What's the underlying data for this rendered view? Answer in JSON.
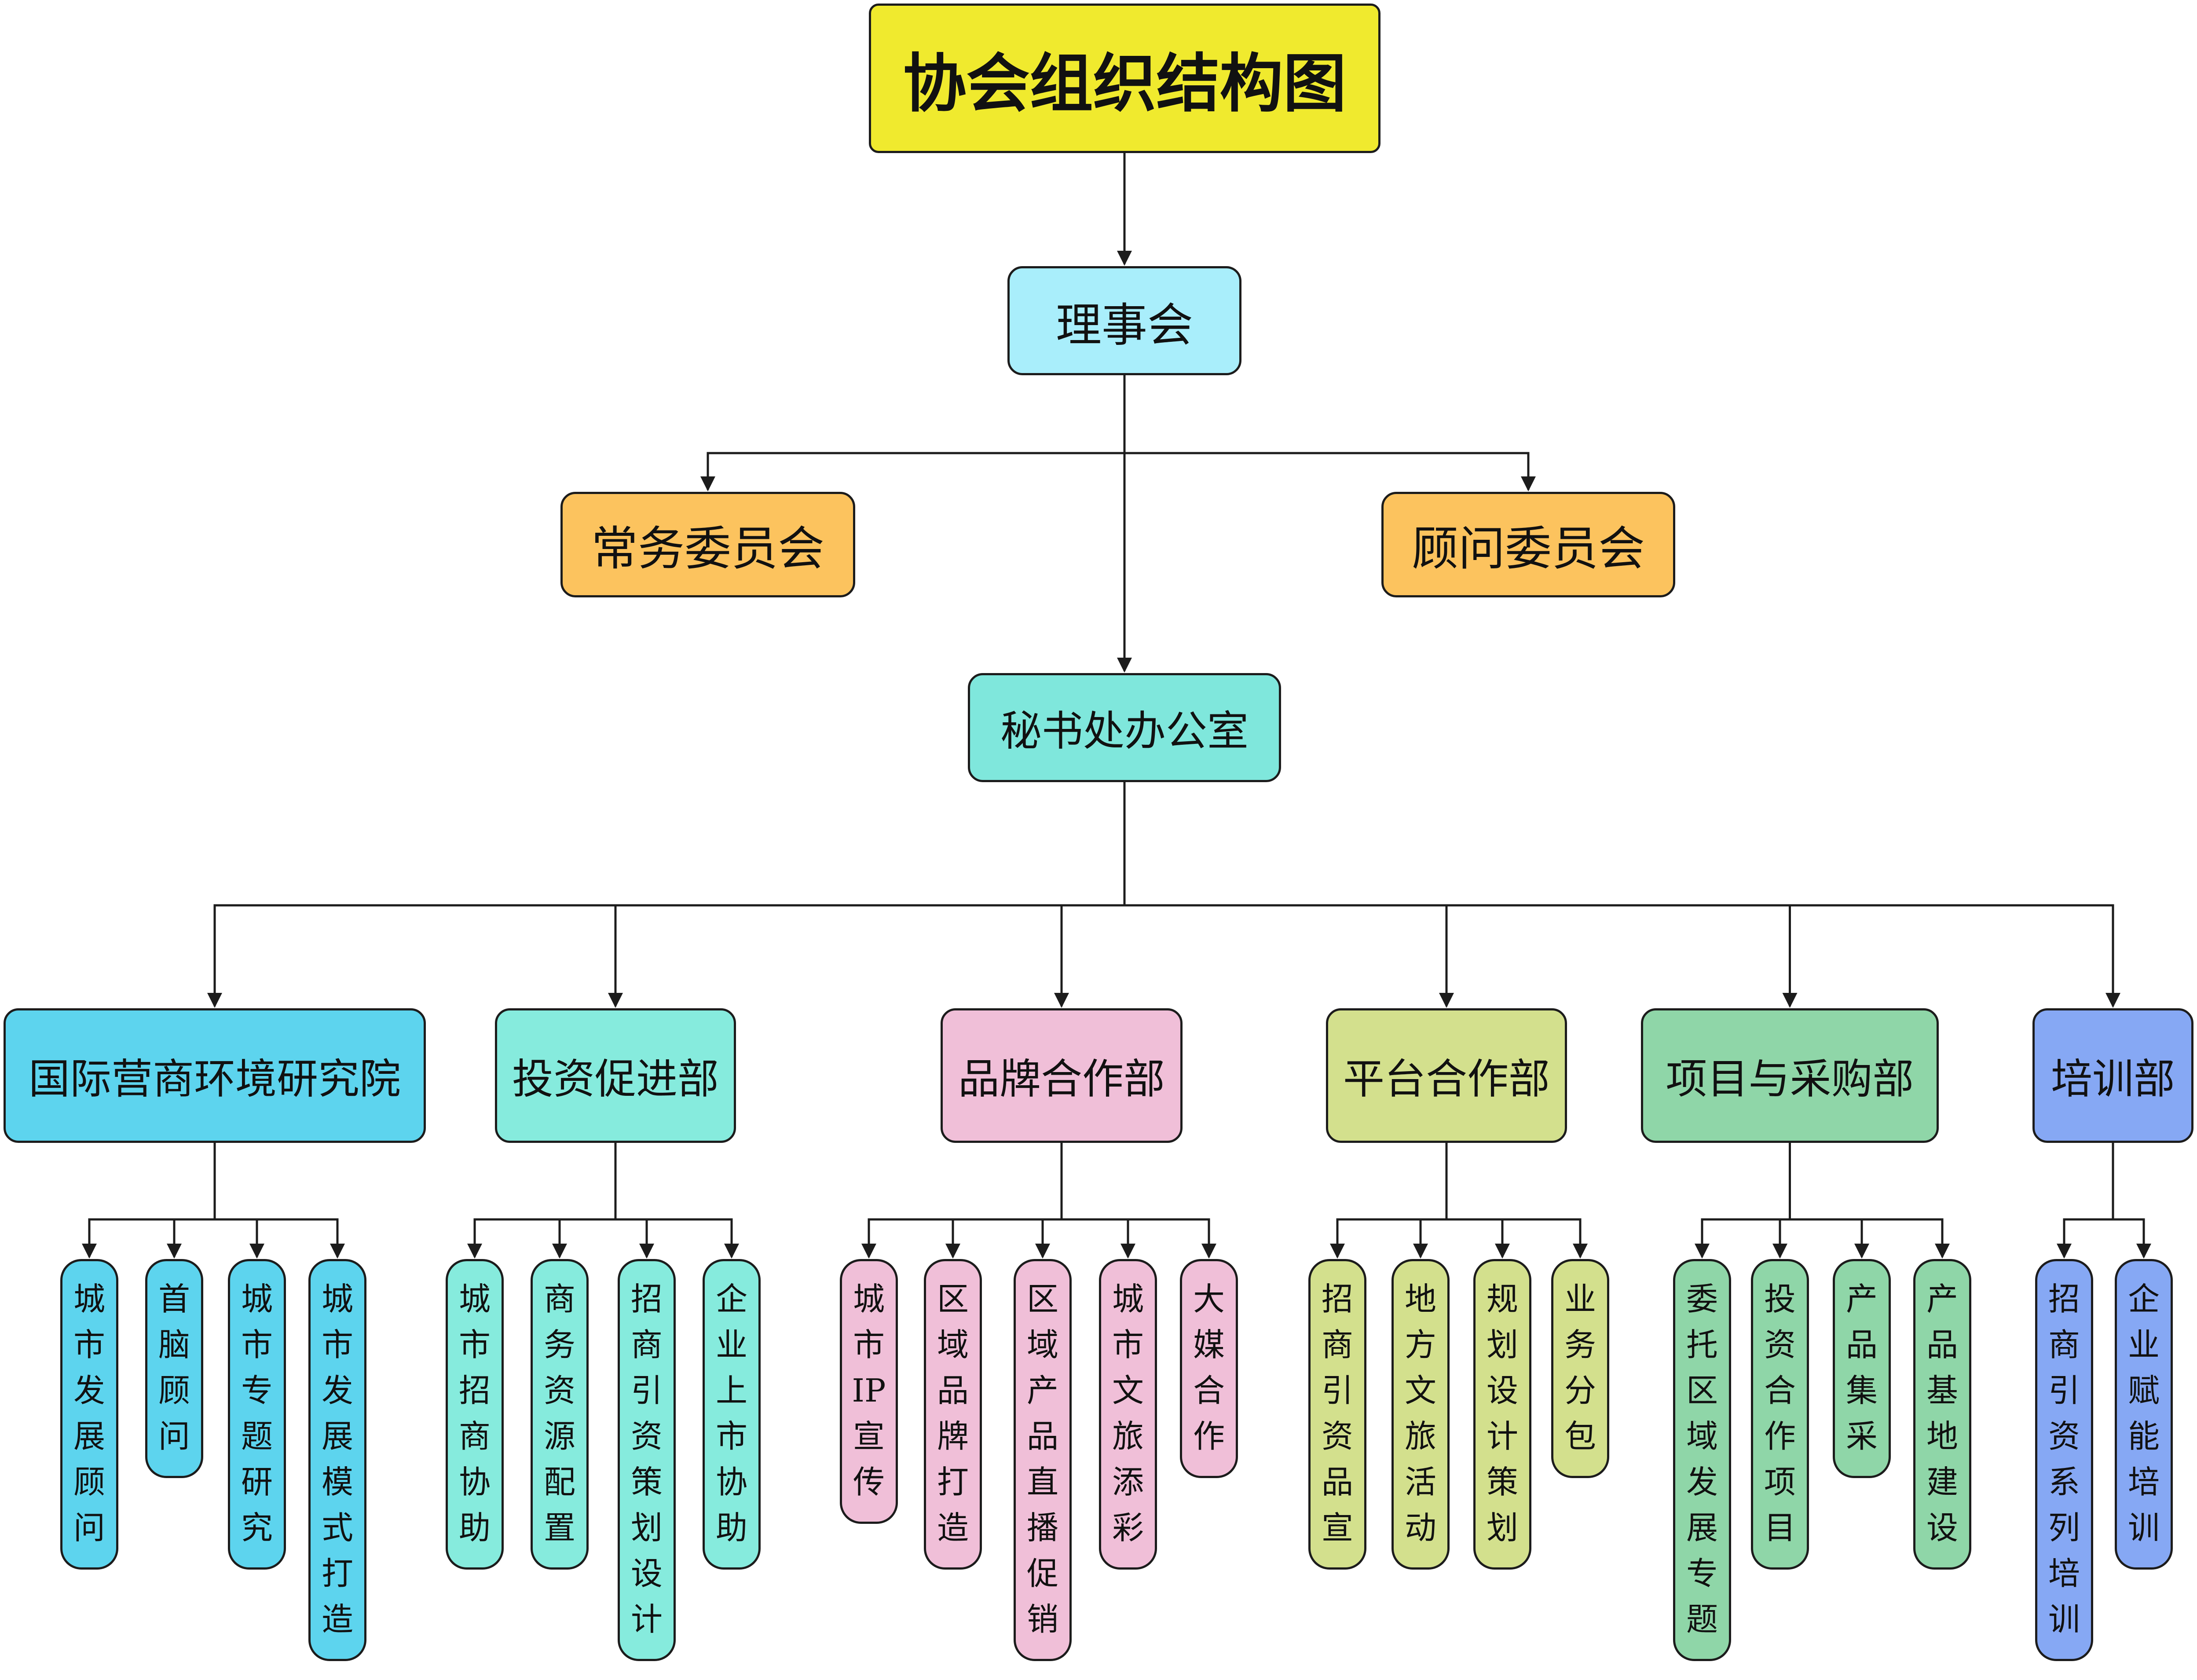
{
  "title": "协会组织结构图",
  "board": "理事会",
  "standing_committee": "常务委员会",
  "advisory_committee": "顾问委员会",
  "secretariat": "秘书处办公室",
  "departments": [
    {
      "name": "国际营商环境研究院",
      "color": "#5dd4ee",
      "items": [
        "城市发展顾问",
        "首脑顾问",
        "城市专题研究",
        "城市发展模式打造"
      ]
    },
    {
      "name": "投资促进部",
      "color": "#86ebdd",
      "items": [
        "城市招商协助",
        "商务资源配置",
        "招商引资策划设计",
        "企业上市协助"
      ]
    },
    {
      "name": "品牌合作部",
      "color": "#f0bfd8",
      "items": [
        "城市IP宣传",
        "区域品牌打造",
        "区域产品直播促销",
        "城市文旅添彩",
        "大媒合作"
      ]
    },
    {
      "name": "平台合作部",
      "color": "#d3e08d",
      "items": [
        "招商引资品宣",
        "地方文旅活动",
        "规划设计策划",
        "业务分包"
      ]
    },
    {
      "name": "项目与采购部",
      "color": "#8fd6a8",
      "items": [
        "委托区域发展专题",
        "投资合作项目",
        "产品集采",
        "产品基地建设"
      ]
    },
    {
      "name": "培训部",
      "color": "#86a8f4",
      "items": [
        "招商引资系列培训",
        "企业赋能培训"
      ]
    }
  ],
  "colors": {
    "title": "#f0ea2e",
    "board": "#a9eefb",
    "committees": "#fcc35e",
    "secretariat": "#7fe7dc",
    "lines": "#1c1c1c"
  }
}
